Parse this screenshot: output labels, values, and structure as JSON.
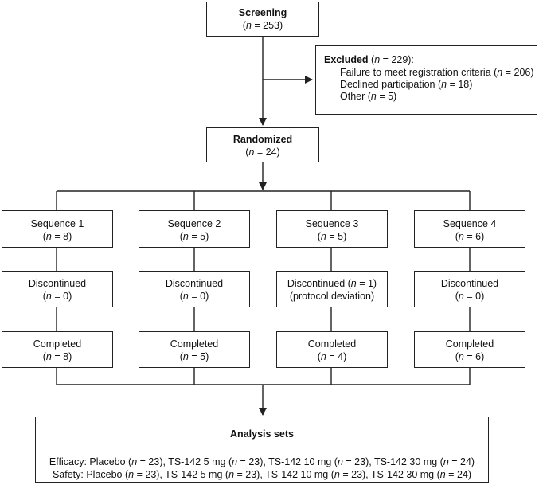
{
  "screening": {
    "title": "Screening",
    "n_prefix": "(",
    "n_label": "n",
    "n_value": " = 253)"
  },
  "excluded": {
    "title": "Excluded",
    "title_n": " (n = 229):",
    "reasons": [
      {
        "text": "Failure to meet registration criteria (",
        "n": "n",
        "rest": " = 206)"
      },
      {
        "text": "Declined participation (",
        "n": "n",
        "rest": " = 18)"
      },
      {
        "text": "Other (",
        "n": "n",
        "rest": " = 5)"
      }
    ]
  },
  "randomized": {
    "title": "Randomized",
    "n_value": " = 24)"
  },
  "sequences": [
    {
      "label": "Sequence 1",
      "n_value": " = 8)"
    },
    {
      "label": "Sequence 2",
      "n_value": " = 5)"
    },
    {
      "label": "Sequence 3",
      "n_value": " = 5)"
    },
    {
      "label": "Sequence 4",
      "n_value": " = 6)"
    }
  ],
  "discontinued": [
    {
      "label": "Discontinued",
      "n_value": " = 0)",
      "reason": ""
    },
    {
      "label": "Discontinued",
      "n_value": " = 0)",
      "reason": ""
    },
    {
      "label": "Discontinued (",
      "n_value": " = 1)",
      "reason": "(protocol deviation)"
    },
    {
      "label": "Discontinued",
      "n_value": " = 0)",
      "reason": ""
    }
  ],
  "completed": [
    {
      "label": "Completed",
      "n_value": " = 8)"
    },
    {
      "label": "Completed",
      "n_value": " = 5)"
    },
    {
      "label": "Completed",
      "n_value": " = 4)"
    },
    {
      "label": "Completed",
      "n_value": " = 6)"
    }
  ],
  "analysis": {
    "title": "Analysis sets",
    "efficacy": "Efficacy: Placebo (n = 23), TS-142 5 mg (n = 23), TS-142 10 mg (n = 23), TS-142 30 mg (n = 24)",
    "safety": "Safety: Placebo (n = 23), TS-142 5 mg (n = 23), TS-142 10 mg (n = 23), TS-142 30 mg (n = 24)"
  }
}
